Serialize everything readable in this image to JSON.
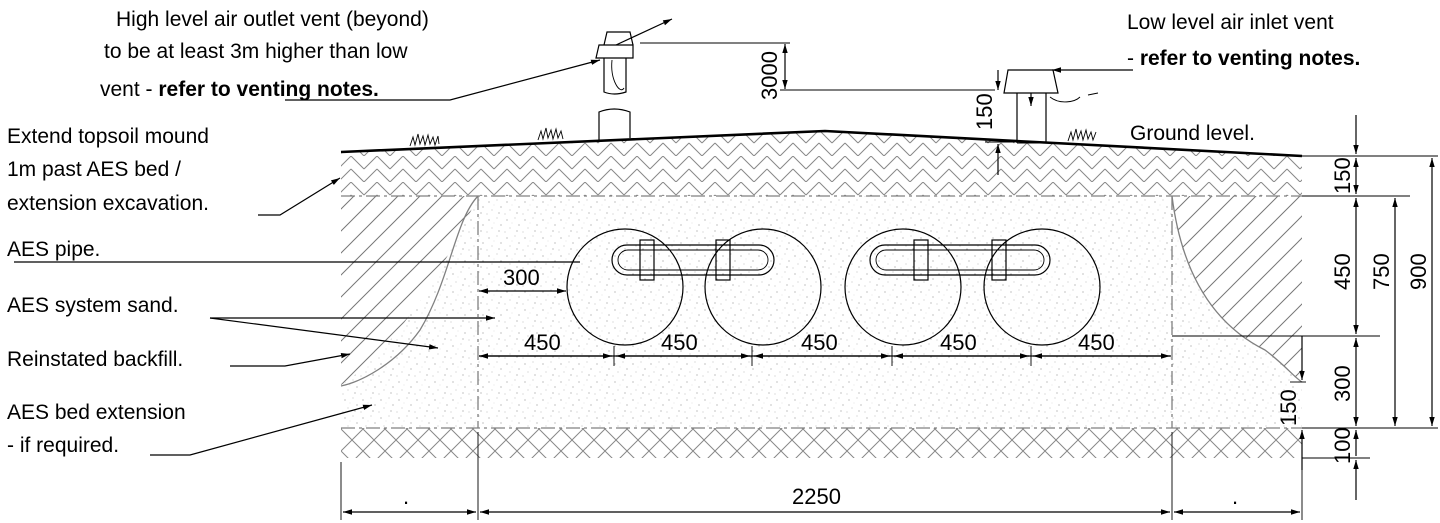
{
  "notes": {
    "high_vent_l1": "High level air outlet vent (beyond)",
    "high_vent_l2": "to be at least 3m higher than low",
    "high_vent_l3a": "vent - ",
    "high_vent_l3b": "refer to venting notes.",
    "low_vent_l1": "Low level air inlet vent",
    "low_vent_l2a": "- ",
    "low_vent_l2b": "refer to venting notes.",
    "topsoil_l1": "Extend topsoil mound",
    "topsoil_l2": "1m past AES bed /",
    "topsoil_l3": "extension excavation.",
    "aes_pipe": "AES pipe.",
    "aes_sand": "AES system sand.",
    "backfill": "Reinstated backfill.",
    "extension_l1": "AES bed extension",
    "extension_l2": "- if required.",
    "ground_level": "Ground level."
  },
  "dimensions": {
    "vent_height": "3000",
    "low_vent_above_ground": "150",
    "pipe_offset": "300",
    "spacing_1": "450",
    "spacing_2": "450",
    "spacing_3": "450",
    "spacing_4": "450",
    "spacing_5": "450",
    "right_topsoil": "150",
    "right_sand_upper": "450",
    "right_750": "750",
    "right_900": "900",
    "right_300": "300",
    "right_150_lower": "150",
    "right_100": "100",
    "bottom_left": ".",
    "bottom_width": "2250",
    "bottom_right": "."
  }
}
